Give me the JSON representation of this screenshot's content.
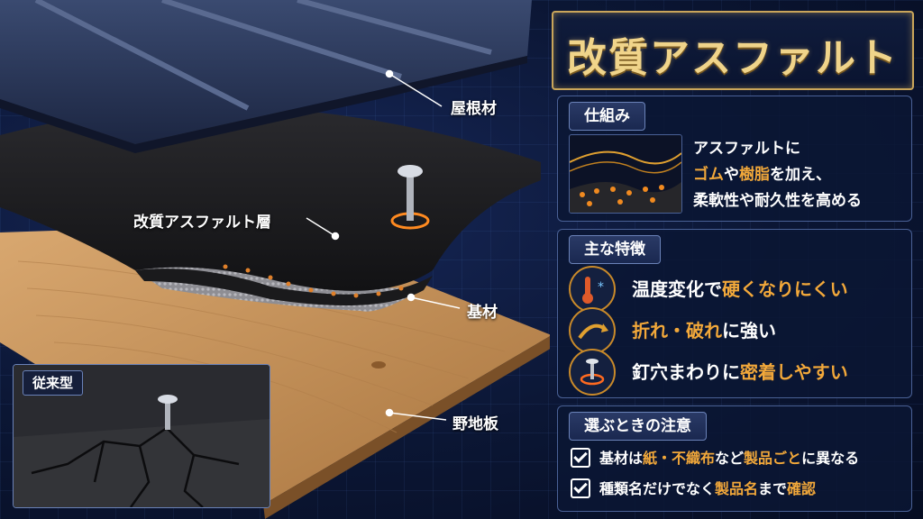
{
  "title": "改質アスファルト",
  "layer_labels": {
    "roofing": "屋根材",
    "modified_asphalt_layer": "改質アスファルト層",
    "base_material": "基材",
    "sheathing_board": "野地板"
  },
  "conventional_inset": {
    "label": "従来型"
  },
  "mechanism": {
    "heading": "仕組み",
    "line1": "アスファルトに",
    "line2_hl1": "ゴム",
    "line2_mid": "や",
    "line2_hl2": "樹脂",
    "line2_end": "を加え、",
    "line3": "柔軟性や耐久性を高める"
  },
  "features": {
    "heading": "主な特徴",
    "items": [
      {
        "icon": "thermometer-snow-icon",
        "plain": "温度変化で",
        "highlight": "硬くなりにくい"
      },
      {
        "icon": "bend-arrow-icon",
        "highlight": "折れ・破れ",
        "plain": "に強い"
      },
      {
        "icon": "nail-seal-icon",
        "plain": "釘穴まわりに",
        "highlight": "密着しやすい"
      }
    ]
  },
  "cautions": {
    "heading": "選ぶときの注意",
    "items": [
      {
        "p1": "基材は",
        "h1": "紙・不織布",
        "p2": "など",
        "h2": "製品ごと",
        "p3": "に異なる"
      },
      {
        "p1": "種類名だけでなく",
        "h1": "製品名",
        "p2": "まで",
        "h2": "確認",
        "p3": ""
      }
    ]
  },
  "colors": {
    "accent_orange": "#f2a83a",
    "gold": "#c9a55a",
    "navy": "#0a1430"
  }
}
